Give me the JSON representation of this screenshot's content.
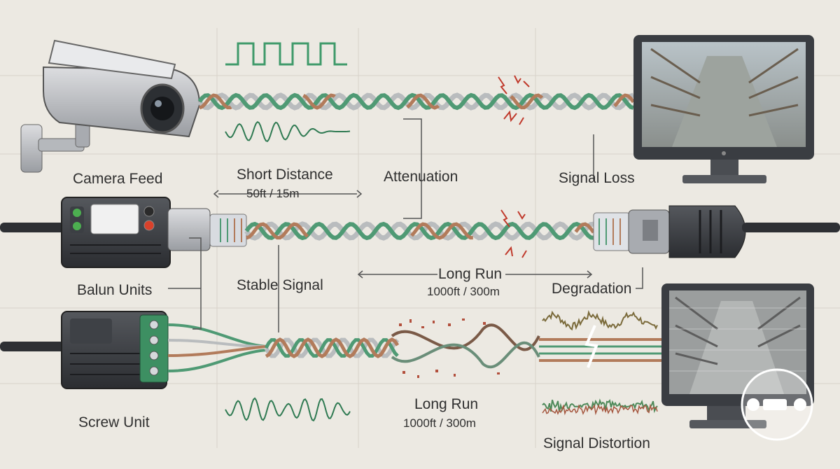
{
  "labels": {
    "camera_feed": "Camera Feed",
    "short_distance": "Short Distance",
    "short_distance_value": "50ft / 15m",
    "attenuation": "Attenuation",
    "signal_loss": "Signal Loss",
    "balun_units": "Balun Units",
    "stable_signal": "Stable Signal",
    "long_run_1": "Long Run",
    "long_run_1_value": "1000ft / 300m",
    "degradation": "Degradation",
    "screw_unit": "Screw Unit",
    "long_run_2": "Long Run",
    "long_run_2_value": "1000ft / 300m",
    "signal_distortion": "Signal Distortion"
  },
  "colors": {
    "background": "#ece9e2",
    "cable_green": "#4f9a74",
    "cable_brown": "#b27b5b",
    "cable_gray": "#b9bcbe",
    "interference_red": "#c0392b",
    "monitor_frame": "#3a3d42"
  }
}
